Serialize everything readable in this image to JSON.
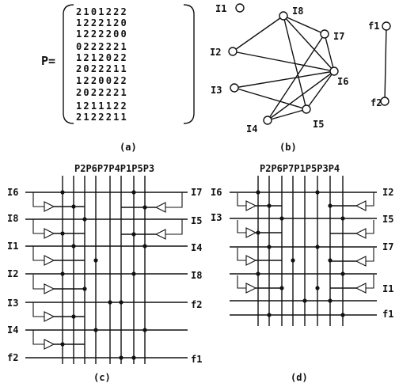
{
  "matrix_label": "P=",
  "matrix_rows": [
    "2101222",
    "1222120",
    "1222200",
    "0222221",
    "1212022",
    "2022211",
    "1220022",
    "2022221",
    "1211122",
    "2122211"
  ],
  "graph": {
    "nodes": [
      "I1",
      "I8",
      "I7",
      "I2",
      "I6",
      "I3",
      "I5",
      "I4",
      "f1",
      "f2"
    ],
    "edges": [
      [
        "I2",
        "I8"
      ],
      [
        "I2",
        "I6"
      ],
      [
        "I3",
        "I6"
      ],
      [
        "I8",
        "I7"
      ],
      [
        "I8",
        "I6"
      ],
      [
        "I8",
        "I5"
      ],
      [
        "I7",
        "I4"
      ],
      [
        "I7",
        "I6"
      ],
      [
        "I6",
        "I4"
      ],
      [
        "I6",
        "I5"
      ],
      [
        "I4",
        "I5"
      ],
      [
        "I3",
        "I5"
      ],
      [
        "f1",
        "f2"
      ]
    ]
  },
  "captions": {
    "a": "(a)",
    "b": "(b)",
    "c": "(c)",
    "d": "(d)"
  },
  "layout_c": {
    "title": "P2P6P7P4P1P5P3",
    "left_labels": [
      "I6",
      "I8",
      "I1",
      "I2",
      "I3",
      "I4",
      "f2"
    ],
    "right_labels": [
      "I7",
      "I5",
      "I4",
      "I8",
      "f2",
      "f1"
    ]
  },
  "layout_d": {
    "title": "P2P6P7P1P5P3P4",
    "left_labels": [
      "I6",
      "I3"
    ],
    "right_labels": [
      "I2",
      "I5",
      "I7",
      "I1",
      "f1"
    ]
  }
}
